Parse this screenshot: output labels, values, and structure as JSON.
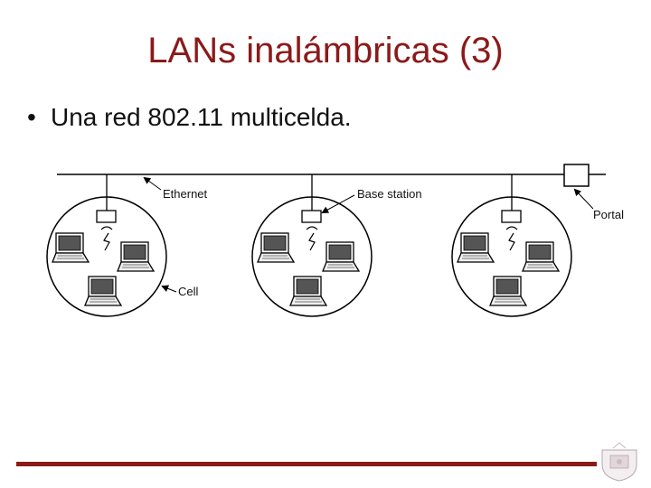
{
  "slide": {
    "title": "LANs inalámbricas (3)",
    "bullet_symbol": "•",
    "bullet_text": "Una red 802.11 multicelda."
  },
  "diagram": {
    "labels": {
      "ethernet": "Ethernet",
      "base_station": "Base station",
      "portal": "Portal",
      "cell": "Cell"
    },
    "cell_count": 3,
    "laptops_per_cell": 3
  },
  "colors": {
    "title": "#8b1a1a",
    "accent_bar": "#8b1a1a",
    "line": "#000000"
  },
  "icons": [
    "laptop-icon",
    "base-station-icon",
    "portal-icon",
    "radio-signal-icon",
    "university-crest-icon"
  ]
}
